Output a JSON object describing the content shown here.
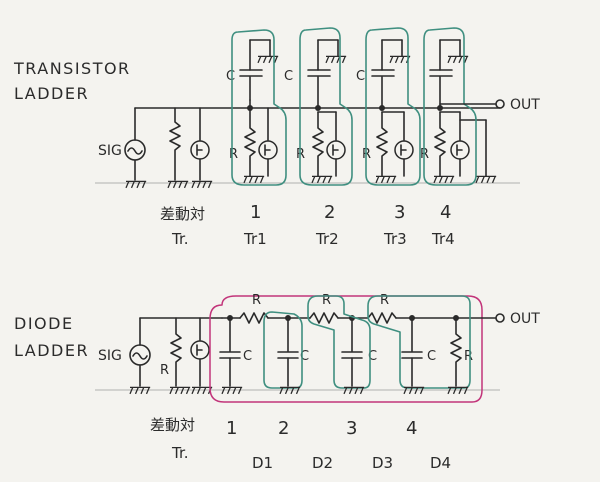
{
  "top": {
    "title_line1": "TRANSISTOR",
    "title_line2": "LADDER",
    "sig_label": "SIG",
    "out_label": "OUT",
    "cap_label": "C",
    "res_label": "R",
    "diff_pair_label": "差動対",
    "diff_pair_tr": "Tr.",
    "stage_numbers": [
      "1",
      "2",
      "3",
      "4"
    ],
    "stage_tr_labels": [
      "Tr1",
      "Tr2",
      "Tr3",
      "Tr4"
    ]
  },
  "bottom": {
    "title_line1": "DIODE",
    "title_line2": "LADDER",
    "sig_label": "SIG",
    "out_label": "OUT",
    "cap_label": "C",
    "res_label": "R",
    "diff_pair_label": "差動対",
    "diff_pair_tr": "Tr.",
    "stage_numbers": [
      "1",
      "2",
      "3",
      "4"
    ],
    "diode_labels": [
      "D1",
      "D2",
      "D3",
      "D4"
    ]
  }
}
